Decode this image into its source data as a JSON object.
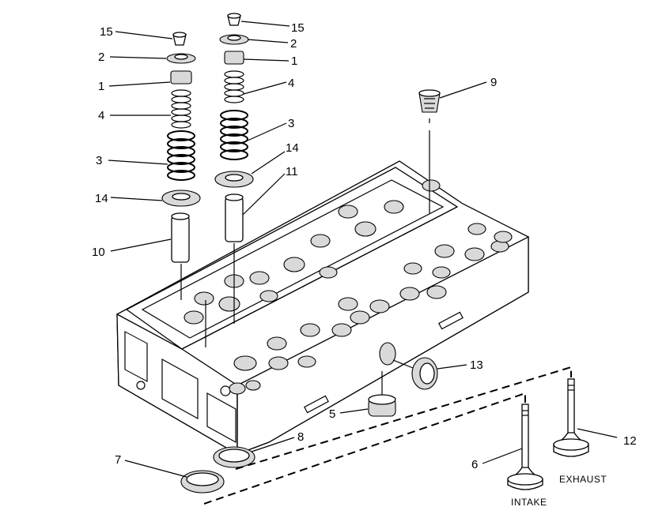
{
  "callouts": {
    "c15_left": "15",
    "c2_left": "2",
    "c1_left": "1",
    "c4_left": "4",
    "c3_left": "3",
    "c14_left": "14",
    "c10": "10",
    "c15_right": "15",
    "c2_right": "2",
    "c1_right": "1",
    "c4_right": "4",
    "c3_right": "3",
    "c14_right": "14",
    "c11": "11",
    "c9": "9",
    "c13": "13",
    "c5": "5",
    "c8": "8",
    "c7": "7",
    "c6": "6",
    "c12": "12"
  },
  "valve_labels": {
    "intake": "INTAKE",
    "exhaust": "EXHAUST"
  }
}
